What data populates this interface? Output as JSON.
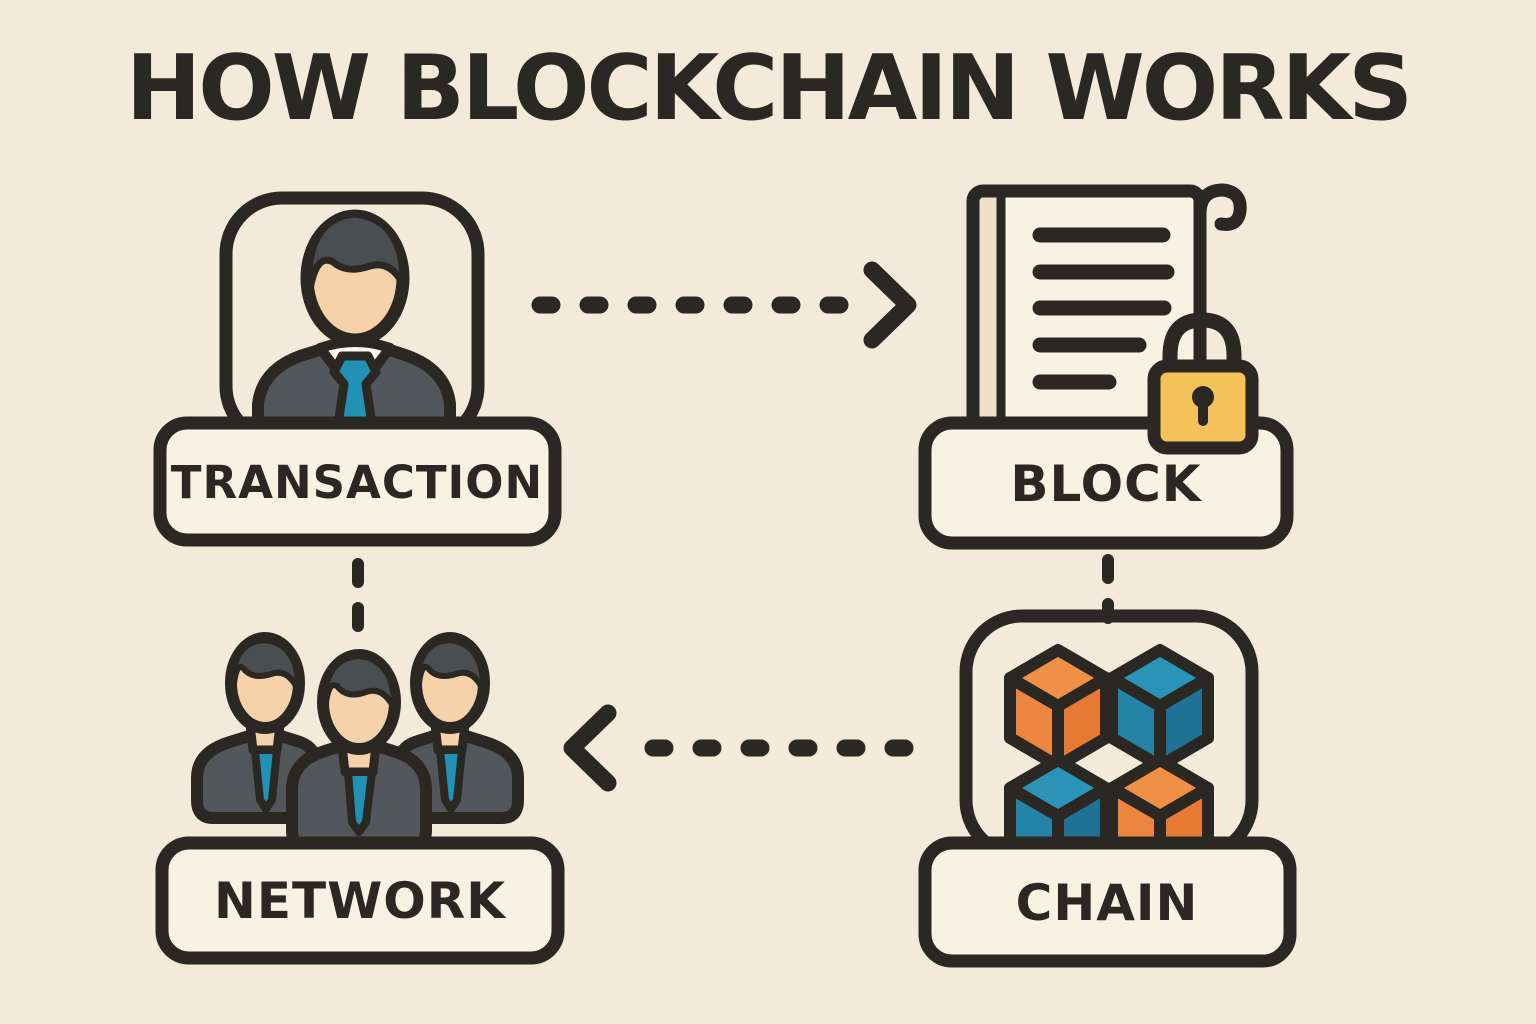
{
  "title": "HOW BLOCKCHAIN WORKS",
  "nodes": {
    "transaction": {
      "label": "TRANSACTION",
      "icon": "businessman-icon"
    },
    "block": {
      "label": "BLOCK",
      "icon": "locked-document-icon"
    },
    "chain": {
      "label": "CHAIN",
      "icon": "linked-cubes-icon"
    },
    "network": {
      "label": "NETWORK",
      "icon": "people-group-icon"
    }
  },
  "connections": [
    {
      "from": "TRANSACTION",
      "to": "BLOCK",
      "type": "dashed-arrow-right"
    },
    {
      "from": "BLOCK",
      "to": "CHAIN",
      "type": "dashed-line-down"
    },
    {
      "from": "CHAIN",
      "to": "NETWORK",
      "type": "dashed-arrow-left"
    },
    {
      "from": "NETWORK",
      "to": "TRANSACTION",
      "type": "dashed-line-up"
    }
  ],
  "colors": {
    "background": "#f3ead9",
    "panel": "#f8f2e4",
    "outline": "#2b2723",
    "paper-edge": "#ece0c8",
    "white-collar": "#fdf9f1",
    "skin": "#f5d2a9",
    "suit": "#53565a",
    "hair": "#4b4e50",
    "tie-teal": "#2191b4",
    "lock-gold": "#f5c25a",
    "cube-orange-top": "#ef9046",
    "cube-orange-left": "#ec8540",
    "cube-orange-right": "#e67a33",
    "cube-blue-top": "#2c93b8",
    "cube-blue-left": "#2583a6",
    "cube-blue-right": "#1f7293"
  }
}
